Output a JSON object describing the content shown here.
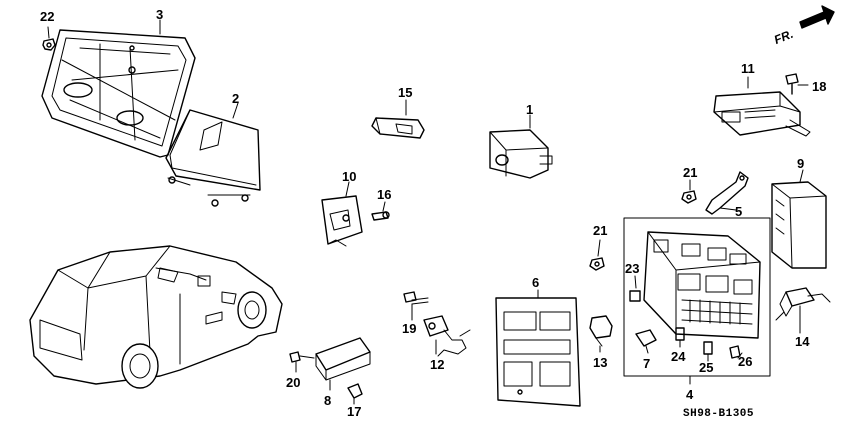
{
  "diagram": {
    "code": "SH98-B1305",
    "front_label": "FR.",
    "callouts": {
      "p1": "1",
      "p2": "2",
      "p3": "3",
      "p4": "4",
      "p5": "5",
      "p6": "6",
      "p7": "7",
      "p8": "8",
      "p9": "9",
      "p10": "10",
      "p11": "11",
      "p12": "12",
      "p13": "13",
      "p14": "14",
      "p15": "15",
      "p16": "16",
      "p17": "17",
      "p18": "18",
      "p19": "19",
      "p20": "20",
      "p21a": "21",
      "p21b": "21",
      "p22": "22",
      "p23": "23",
      "p24": "24",
      "p25": "25",
      "p26": "26"
    }
  }
}
